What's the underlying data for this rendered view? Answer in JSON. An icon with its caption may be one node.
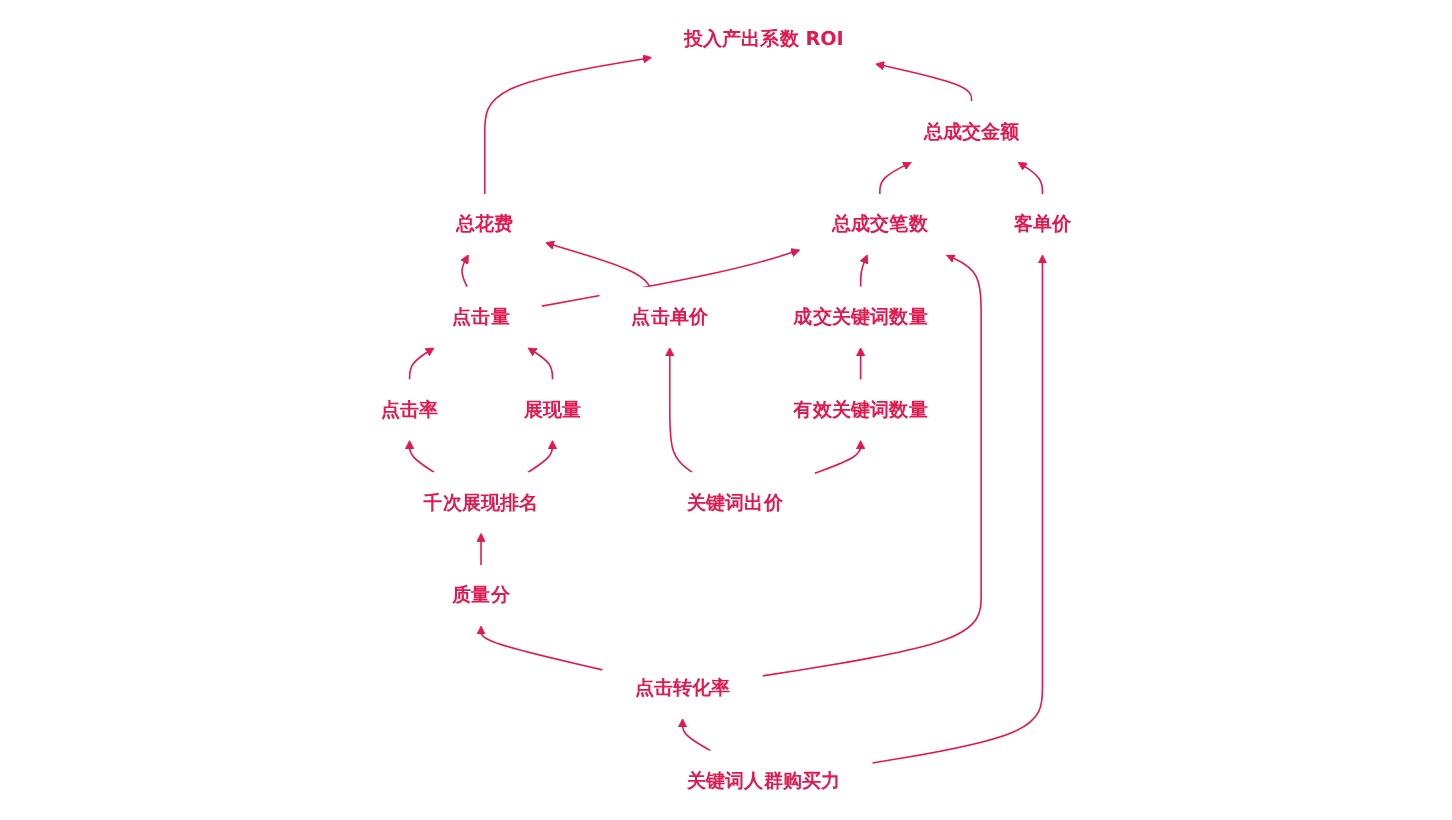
{
  "diagram": {
    "nodes": [
      {
        "text": [
          "点击量"
        ]
      },
      {
        "text": [
          "点击率"
        ]
      },
      {
        "text": [
          "展现量"
        ]
      },
      {
        "text": [
          "投入产出系数 ROI"
        ]
      },
      {
        "text": [
          "总花费"
        ]
      },
      {
        "text": [
          "千次展现排名"
        ]
      },
      {
        "text": [
          "总成交笔数"
        ]
      },
      {
        "text": [
          "成交关键词数量"
        ]
      },
      {
        "text": [
          "总成交金额"
        ]
      },
      {
        "text": [
          "质量分"
        ]
      },
      {
        "text": [
          "有效关键词数量"
        ]
      },
      {
        "text": [
          "点击单价"
        ]
      },
      {
        "text": [
          "客单价"
        ]
      },
      {
        "text": [
          "点击转化率"
        ]
      },
      {
        "text": [
          "关键词出价"
        ]
      },
      {
        "text": [
          "关键词人群购买力"
        ]
      }
    ],
    "edges": [
      {
        "from": 1,
        "to": 0,
        "arrow": "to"
      },
      {
        "from": 2,
        "to": 0,
        "arrow": "to"
      },
      {
        "from": 0,
        "to": 4,
        "arrow": "to"
      },
      {
        "from": 4,
        "to": 3,
        "arrow": "to"
      },
      {
        "from": 5,
        "to": 1,
        "arrow": "to"
      },
      {
        "from": 5,
        "to": 2,
        "arrow": "to"
      },
      {
        "from": 0,
        "to": 6,
        "arrow": "to"
      },
      {
        "from": 7,
        "to": 6,
        "arrow": "to"
      },
      {
        "from": 6,
        "to": 8,
        "arrow": "to"
      },
      {
        "from": 8,
        "to": 3,
        "arrow": "to"
      },
      {
        "from": 11,
        "to": 4,
        "arrow": "to"
      },
      {
        "from": 10,
        "to": 7,
        "arrow": "to"
      },
      {
        "from": 14,
        "to": 10,
        "arrow": "to"
      },
      {
        "from": 14,
        "to": 11,
        "arrow": "to"
      },
      {
        "from": 15,
        "to": 12,
        "arrow": "to"
      },
      {
        "from": 15,
        "to": 13,
        "arrow": "to"
      },
      {
        "from": 12,
        "to": 8,
        "arrow": "to"
      },
      {
        "from": 13,
        "to": 6,
        "arrow": "to"
      },
      {
        "from": 13,
        "to": 9,
        "arrow": "to"
      },
      {
        "from": 9,
        "to": 5,
        "arrow": "to"
      }
    ]
  }
}
